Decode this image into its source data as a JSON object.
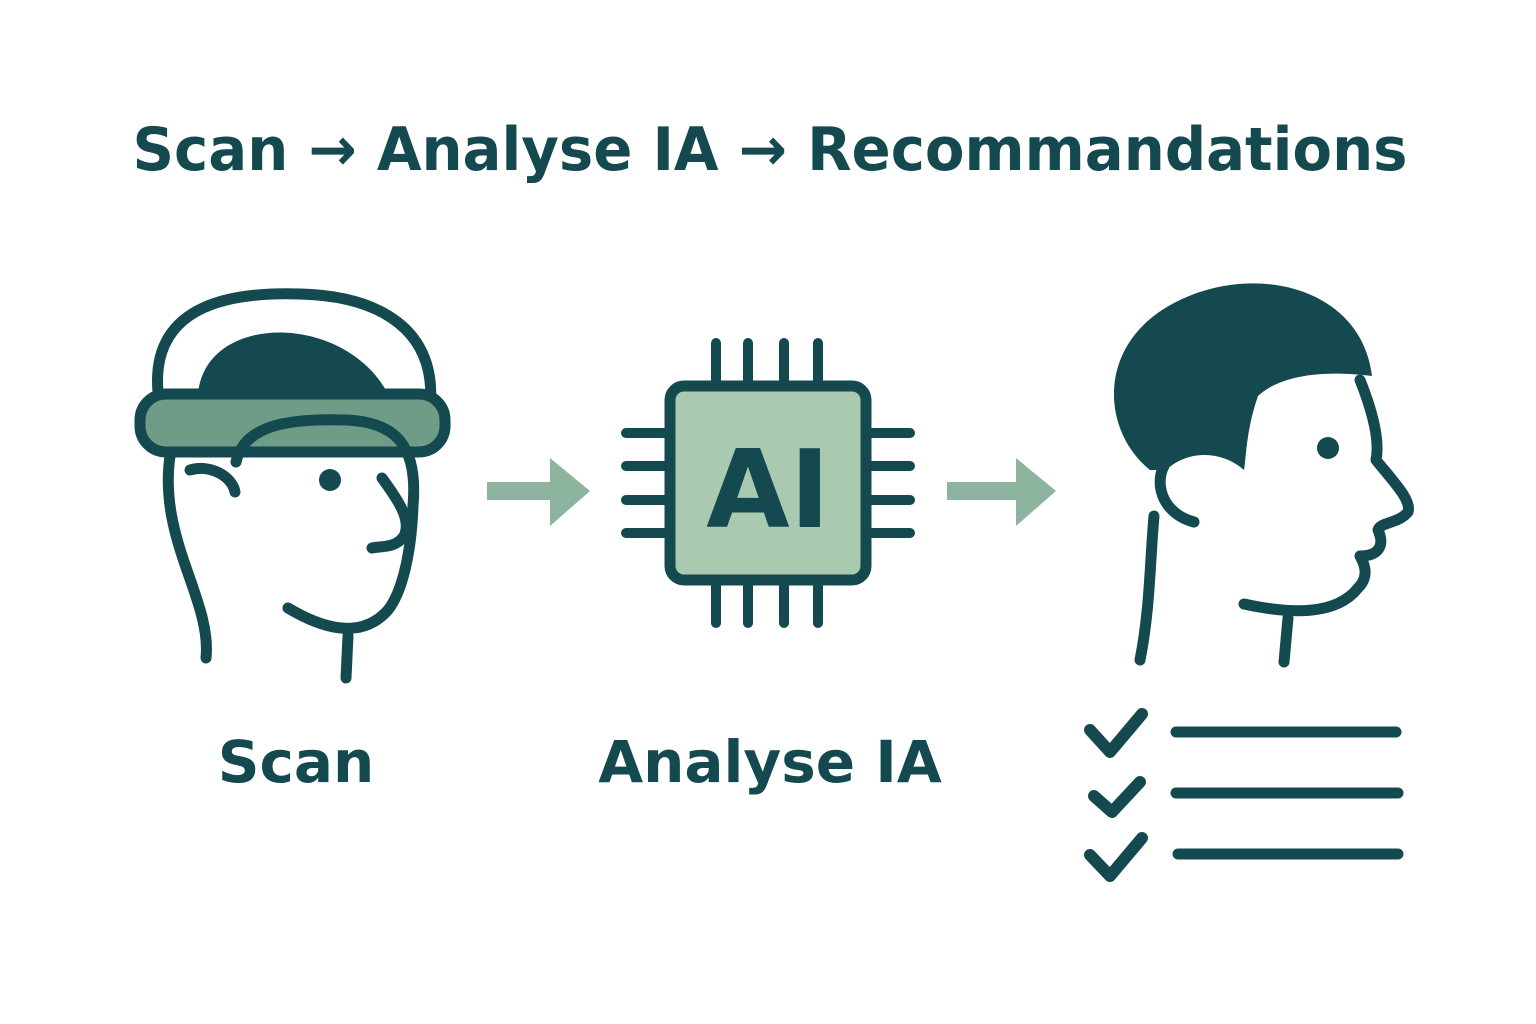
{
  "title": "Scan → Analyse IA → Recommandations",
  "steps": [
    {
      "label": "Scan",
      "icon": "head-with-scanner-headband-icon"
    },
    {
      "label": "Analyse IA",
      "icon": "ai-chip-icon",
      "chip_text": "AI"
    },
    {
      "label": "",
      "icon": "head-profile-icon"
    }
  ],
  "recommendations": {
    "icon": "checklist-icon",
    "item_count": 3
  },
  "colors": {
    "dark": "#144a4f",
    "green": "#a9c9b0",
    "band": "#6f9c86",
    "arrow": "#8cb49e",
    "background": "#ffffff"
  }
}
